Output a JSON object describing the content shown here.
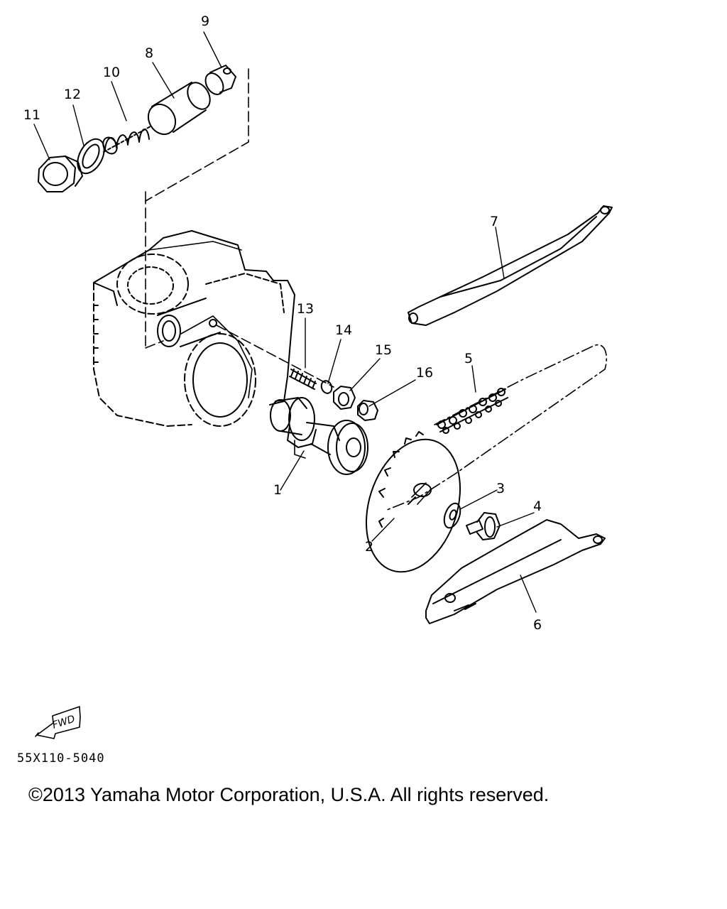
{
  "parts": [
    {
      "number": "1"
    },
    {
      "number": "2"
    },
    {
      "number": "3"
    },
    {
      "number": "4"
    },
    {
      "number": "5"
    },
    {
      "number": "6"
    },
    {
      "number": "7"
    },
    {
      "number": "8"
    },
    {
      "number": "9"
    },
    {
      "number": "10"
    },
    {
      "number": "11"
    },
    {
      "number": "12"
    },
    {
      "number": "13"
    },
    {
      "number": "14"
    },
    {
      "number": "15"
    },
    {
      "number": "16"
    }
  ],
  "fwd_label": "FWD",
  "diagram_code": "55X110-5040",
  "copyright": "©2013 Yamaha Motor Corporation, U.S.A. All rights reserved."
}
